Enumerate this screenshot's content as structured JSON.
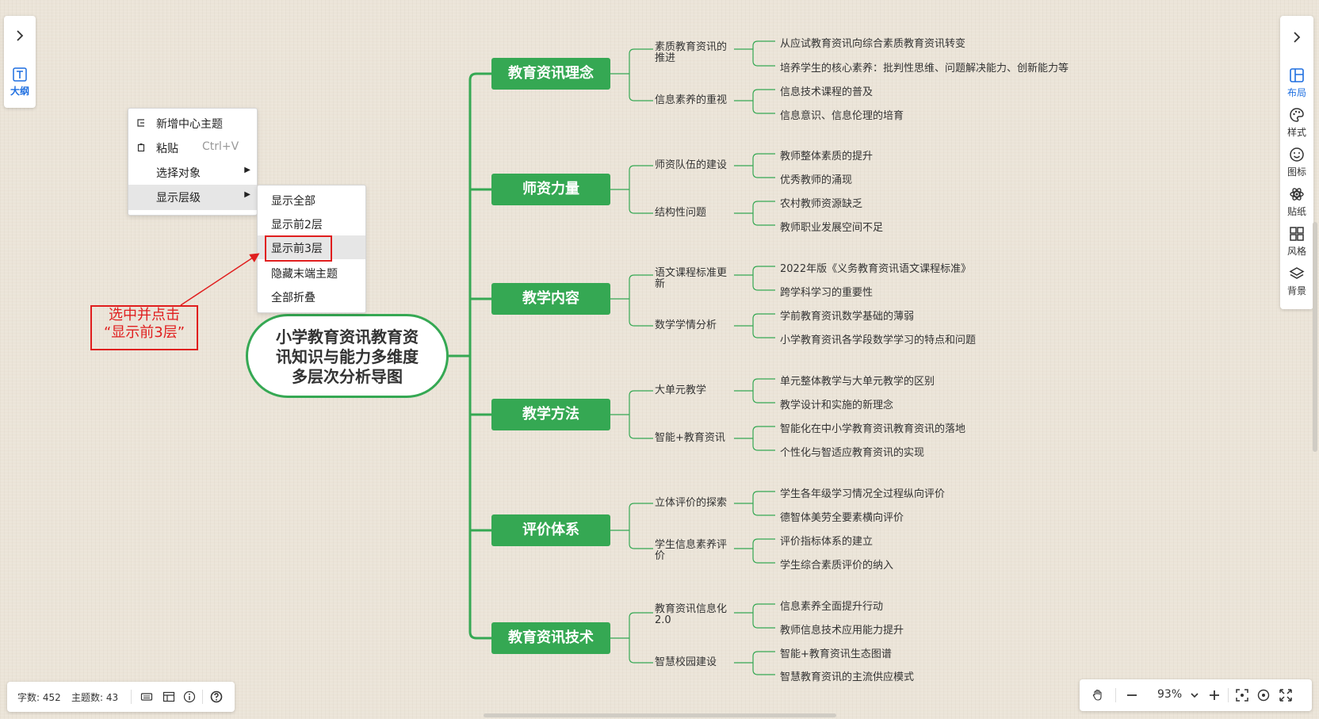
{
  "left_panel": {
    "outline_label": "大纲"
  },
  "right_panel": {
    "items": [
      {
        "label": "布局",
        "icon": "layout-icon",
        "active": true
      },
      {
        "label": "样式",
        "icon": "palette-icon",
        "active": false
      },
      {
        "label": "图标",
        "icon": "smiley-icon",
        "active": false
      },
      {
        "label": "贴纸",
        "icon": "sticker-icon",
        "active": false
      },
      {
        "label": "风格",
        "icon": "theme-grid-icon",
        "active": false
      },
      {
        "label": "背景",
        "icon": "layers-icon",
        "active": false
      }
    ]
  },
  "status_bar": {
    "word_count": "字数: 452",
    "topic_count": "主题数: 43"
  },
  "zoom": {
    "value": "93%"
  },
  "context_menu": {
    "items": [
      {
        "label": "新增中心主题",
        "icon": "add-center-topic-icon"
      },
      {
        "label": "粘贴",
        "shortcut": "Ctrl+V",
        "icon": "paste-icon"
      },
      {
        "label": "选择对象",
        "submenu": true
      },
      {
        "label": "显示层级",
        "submenu": true,
        "highlighted": true
      }
    ]
  },
  "submenu": {
    "items": [
      {
        "label": "显示全部"
      },
      {
        "label": "显示前2层"
      },
      {
        "label": "显示前3层",
        "highlighted": true
      },
      {
        "label": "隐藏末端主题"
      },
      {
        "label": "全部折叠"
      }
    ]
  },
  "annotation": {
    "line1": "选中并点击",
    "line2": "“显示前3层”",
    "color": "#e01e1e"
  },
  "mindmap": {
    "central": {
      "line1": "小学教育资讯教育资",
      "line2": "讯知识与能力多维度",
      "line3": "多层次分析导图"
    },
    "accent_color": "#35a853",
    "branches": [
      {
        "label": "教育资讯理念",
        "children": [
          {
            "label": "素质教育资讯的推进",
            "children": [
              "从应试教育资讯向综合素质教育资讯转变",
              "培养学生的核心素养：批判性思维、问题解决能力、创新能力等"
            ]
          },
          {
            "label": "信息素养的重视",
            "children": [
              "信息技术课程的普及",
              "信息意识、信息伦理的培育"
            ]
          }
        ]
      },
      {
        "label": "师资力量",
        "children": [
          {
            "label": "师资队伍的建设",
            "children": [
              "教师整体素质的提升",
              "优秀教师的涌现"
            ]
          },
          {
            "label": "结构性问题",
            "children": [
              "农村教师资源缺乏",
              "教师职业发展空间不足"
            ]
          }
        ]
      },
      {
        "label": "教学内容",
        "children": [
          {
            "label": "语文课程标准更新",
            "children": [
              "2022年版《义务教育资讯语文课程标准》",
              "跨学科学习的重要性"
            ]
          },
          {
            "label": "数学学情分析",
            "children": [
              "学前教育资讯数学基础的薄弱",
              "小学教育资讯各学段数学学习的特点和问题"
            ]
          }
        ]
      },
      {
        "label": "教学方法",
        "children": [
          {
            "label": "大单元教学",
            "children": [
              "单元整体教学与大单元教学的区别",
              "教学设计和实施的新理念"
            ]
          },
          {
            "label": "智能+教育资讯",
            "children": [
              "智能化在中小学教育资讯教育资讯的落地",
              "个性化与智适应教育资讯的实现"
            ]
          }
        ]
      },
      {
        "label": "评价体系",
        "children": [
          {
            "label": "立体评价的探索",
            "children": [
              "学生各年级学习情况全过程纵向评价",
              "德智体美劳全要素横向评价"
            ]
          },
          {
            "label": "学生信息素养评价",
            "children": [
              "评价指标体系的建立",
              "学生综合素质评价的纳入"
            ]
          }
        ]
      },
      {
        "label": "教育资讯技术",
        "children": [
          {
            "label": "教育资讯信息化2.0",
            "children": [
              "信息素养全面提升行动",
              "教师信息技术应用能力提升"
            ]
          },
          {
            "label": "智慧校园建设",
            "children": [
              "智能+教育资讯生态图谱",
              "智慧教育资讯的主流供应模式"
            ]
          }
        ]
      }
    ]
  }
}
